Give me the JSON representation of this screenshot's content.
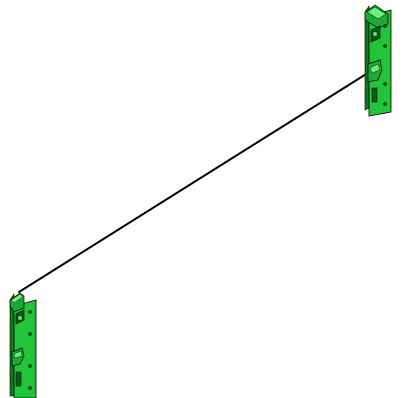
{
  "scene": {
    "background_color": "#ffffff",
    "components": [
      {
        "id": "left-bracket",
        "kind": "green-mounting-bracket",
        "icon": "bracket-icon"
      },
      {
        "id": "right-bracket",
        "kind": "green-mounting-bracket",
        "icon": "bracket-icon"
      }
    ],
    "connector": {
      "kind": "wire",
      "color": "#000000",
      "from": "left-bracket",
      "to": "right-bracket"
    },
    "colors": {
      "bracket_face": "#22c43a",
      "bracket_side": "#0d7a1d",
      "bracket_dark": "#0a5c16",
      "bracket_highlight": "#6cf07a",
      "outline": "#000000"
    }
  }
}
